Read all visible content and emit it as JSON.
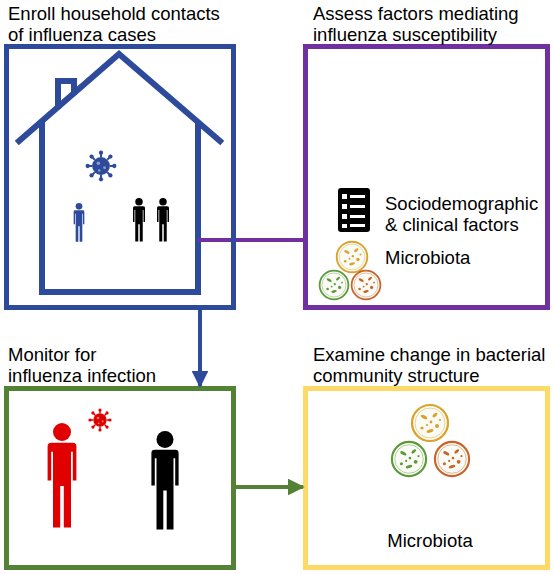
{
  "diagram": {
    "nodes": [
      {
        "text": [
          "Enroll household contacts of influenza cases"
        ]
      },
      {
        "text": [
          "Assess factors mediating influenza susceptibility",
          "Sociodemographic & clinical factors",
          "Microbiota"
        ]
      },
      {
        "text": [
          "Monitor for influenza infection"
        ]
      },
      {
        "text": [
          "Examine change in bacterial community structure",
          "Microbiota"
        ]
      }
    ],
    "edges": [
      {
        "from": 0,
        "to": 1,
        "arrow": "none"
      },
      {
        "from": 0,
        "to": 2,
        "arrow": "to"
      },
      {
        "from": 2,
        "to": 3,
        "arrow": "to"
      }
    ]
  }
}
